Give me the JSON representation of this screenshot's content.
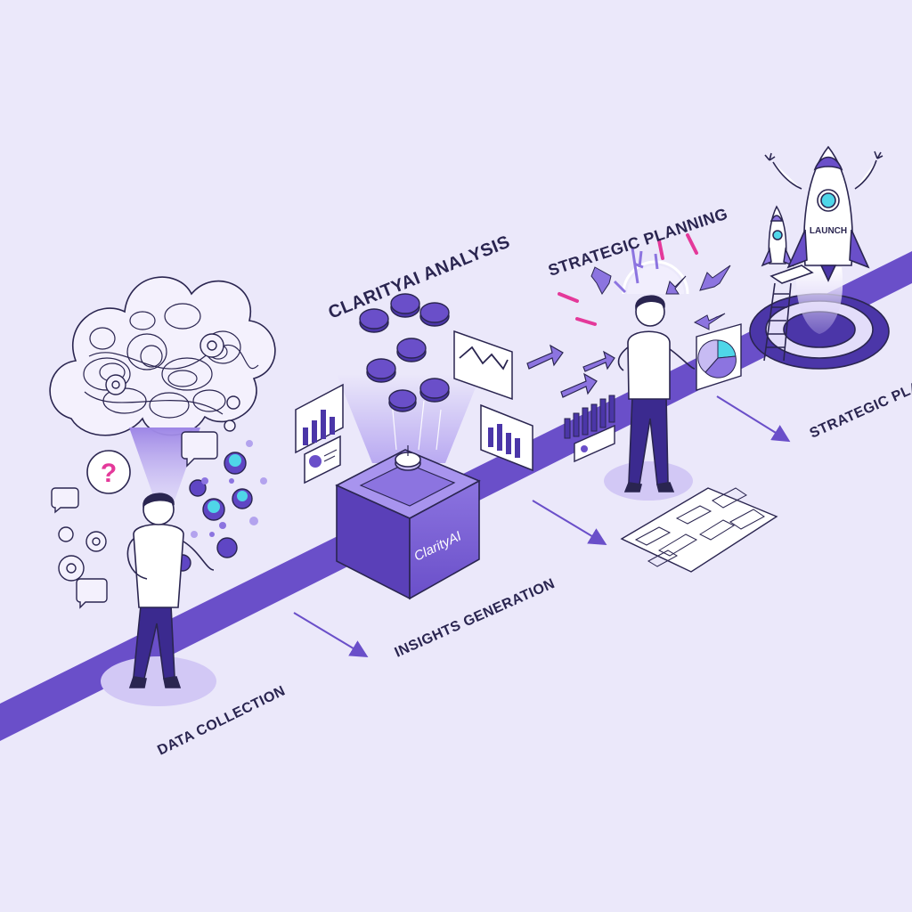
{
  "stages": {
    "data_collection": "DATA COLLECTION",
    "clarityai_analysis": "CLARITYAI ANALYSIS",
    "insights_generation": "INSIGHTS GENERATION",
    "strategic_planning": "STRATEGIC PLANNING",
    "strategic_plan_cut": "STRATEGIC PLA"
  },
  "box_label": "ClarityAI",
  "rocket_label": "LAUNCH",
  "colors": {
    "background": "#ebe8fa",
    "accent": "#6a4fc9",
    "accent_dark": "#4b36a8",
    "line": "#2a2550",
    "highlight": "#e4399a",
    "cyan": "#4fd6e8"
  },
  "icons": [
    "question-icon",
    "gear-icon",
    "speech-bubble-icon",
    "bar-chart-icon",
    "line-chart-icon",
    "pie-chart-icon",
    "arrow-icon",
    "rocket-icon",
    "ladder-icon",
    "board-icon"
  ]
}
